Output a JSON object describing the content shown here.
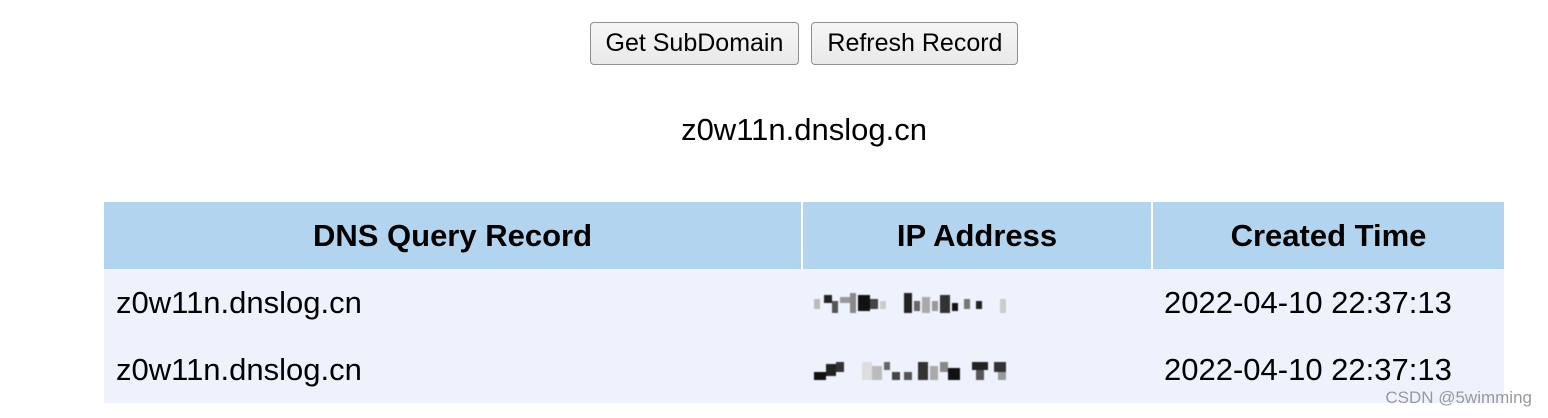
{
  "toolbar": {
    "get_subdomain_label": "Get SubDomain",
    "refresh_record_label": "Refresh Record"
  },
  "subdomain": "z0w11n.dnslog.cn",
  "table": {
    "columns": [
      "DNS Query Record",
      "IP Address",
      "Created Time"
    ],
    "rows": [
      {
        "record": "z0w11n.dnslog.cn",
        "ip": "",
        "time": "2022-04-10 22:37:13"
      },
      {
        "record": "z0w11n.dnslog.cn",
        "ip": "",
        "time": "2022-04-10 22:37:13"
      }
    ]
  },
  "watermark": "CSDN @5wimming",
  "colors": {
    "header_bg": "#b3d4ee",
    "row_bg": "#eef2fd"
  }
}
